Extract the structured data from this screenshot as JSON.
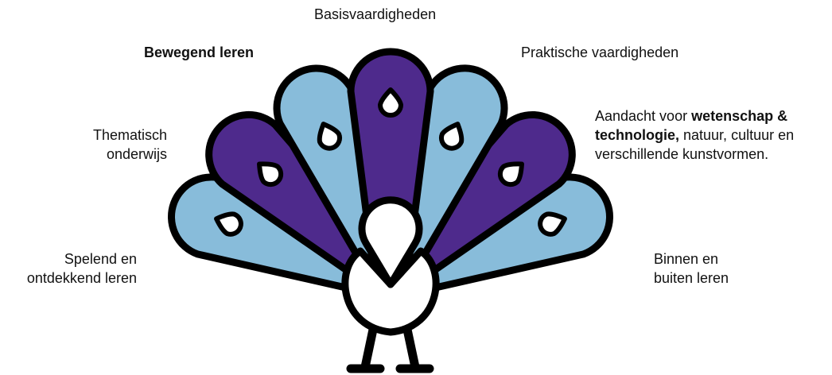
{
  "colors": {
    "outline": "#000000",
    "light_feather": "#88BCDA",
    "dark_feather": "#4E2A8C",
    "body": "#FFFFFF",
    "text": "#111111"
  },
  "labels": {
    "basis": "Basisvaardigheden",
    "bewegend": "Bewegend leren",
    "praktisch": "Praktische vaardigheden",
    "thematisch_1": "Thematisch",
    "thematisch_2": "onderwijs",
    "aandacht_1a": "Aandacht voor ",
    "aandacht_1b": "wetenschap &",
    "aandacht_2a": "technologie,",
    "aandacht_2b": " natuur, cultuur en",
    "aandacht_3": "verschillende kunstvormen.",
    "spelend_1": "Spelend en",
    "spelend_2": "ontdekkend leren",
    "binnen_1": "Binnen en",
    "binnen_2": "buiten leren"
  }
}
